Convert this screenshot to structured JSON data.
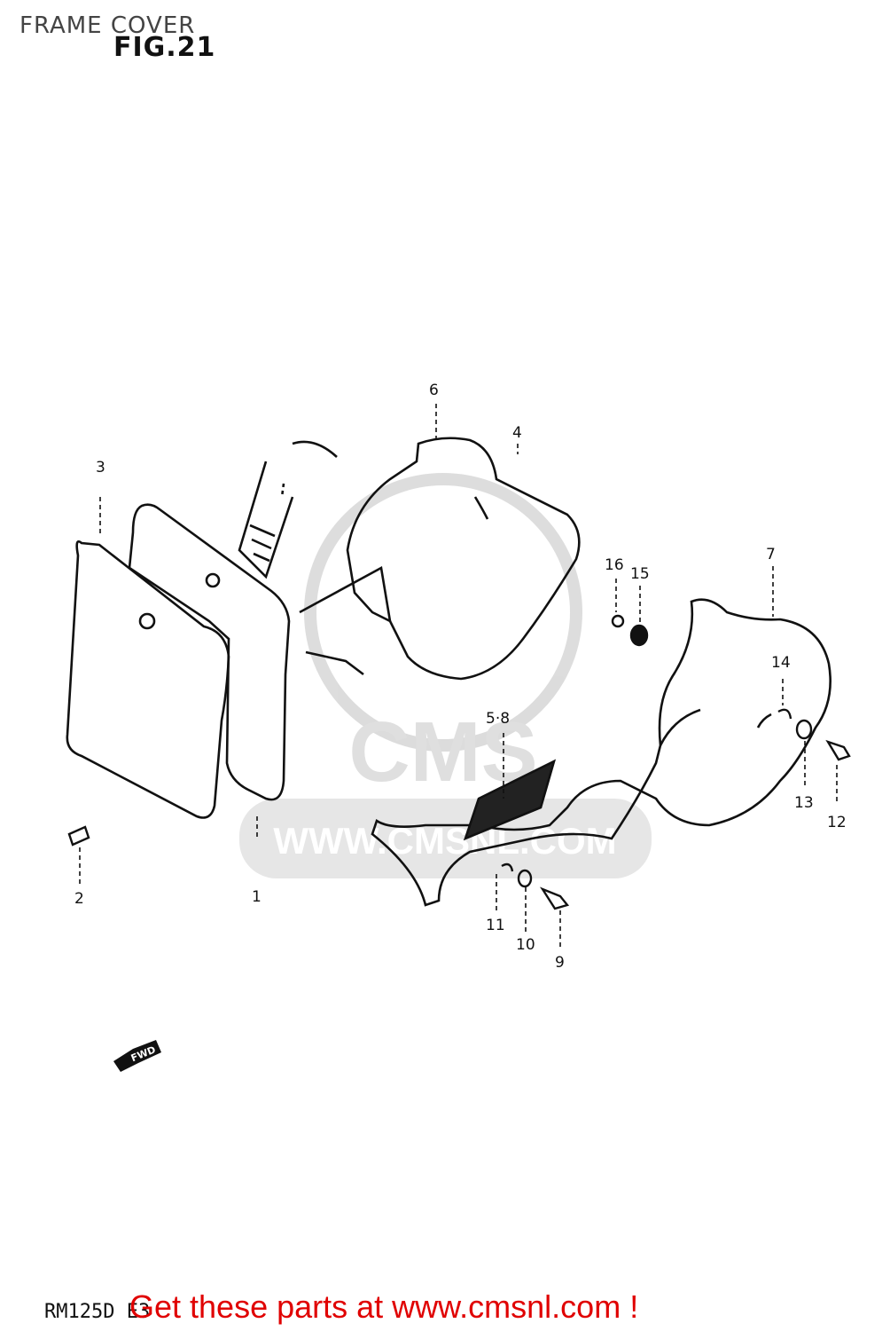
{
  "header": {
    "section_title": "FRAME COVER",
    "figure_label": "FIG.21"
  },
  "callouts": [
    {
      "id": "c1",
      "text": "1"
    },
    {
      "id": "c2",
      "text": "2"
    },
    {
      "id": "c3",
      "text": "3"
    },
    {
      "id": "c4",
      "text": "4"
    },
    {
      "id": "c58",
      "text": "5·8"
    },
    {
      "id": "c6",
      "text": "6"
    },
    {
      "id": "c7",
      "text": "7"
    },
    {
      "id": "c9",
      "text": "9"
    },
    {
      "id": "c10",
      "text": "10"
    },
    {
      "id": "c11",
      "text": "11"
    },
    {
      "id": "c12",
      "text": "12"
    },
    {
      "id": "c13",
      "text": "13"
    },
    {
      "id": "c14",
      "text": "14"
    },
    {
      "id": "c15",
      "text": "15"
    },
    {
      "id": "c16",
      "text": "16"
    }
  ],
  "direction_marker": "FWD",
  "watermark": {
    "logo_text": "CMS",
    "url_text": "WWW.CMSNL.COM"
  },
  "footer": {
    "model_code": "RM125D E3",
    "promo_link": "Get these parts at www.cmsnl.com !"
  },
  "colors": {
    "line": "#111111",
    "promo": "#e00000",
    "watermark": "#d9d9d9"
  }
}
